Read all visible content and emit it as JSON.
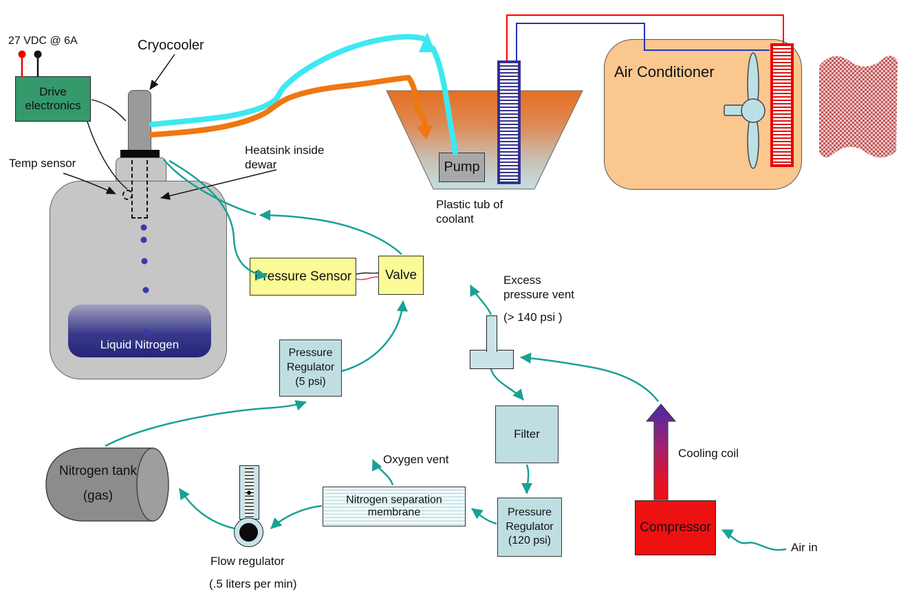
{
  "power": {
    "label": "27 VDC @ 6A"
  },
  "drive_electronics": {
    "label": "Drive\nelectronics"
  },
  "cryocooler": {
    "label": "Cryocooler"
  },
  "temp_sensor": {
    "label": "Temp sensor"
  },
  "heatsink": {
    "label": "Heatsink inside\ndewar"
  },
  "dewar": {
    "liquid_label": "Liquid Nitrogen"
  },
  "pump": {
    "label": "Pump"
  },
  "tub": {
    "label": "Plastic tub of\ncoolant"
  },
  "air_conditioner": {
    "label": "Air Conditioner"
  },
  "pressure_sensor": {
    "label": "Pressure Sensor"
  },
  "valve": {
    "label": "Valve"
  },
  "pressure_regulator_5": {
    "label": "Pressure\nRegulator\n(5 psi)"
  },
  "excess_vent": {
    "label": "Excess\npressure vent",
    "threshold": "(> 140 psi )"
  },
  "filter": {
    "label": "Filter"
  },
  "pressure_regulator_120": {
    "label": "Pressure\nRegulator\n(120 psi)"
  },
  "nitrogen_tank": {
    "label": "Nitrogen tank",
    "sublabel": "(gas)"
  },
  "flow_regulator": {
    "label": "Flow regulator",
    "rate": "(.5 liters per min)"
  },
  "membrane": {
    "label": "Nitrogen separation\nmembrane"
  },
  "oxygen_vent": {
    "label": "Oxygen vent"
  },
  "cooling_coil": {
    "label": "Cooling coil"
  },
  "compressor": {
    "label": "Compressor"
  },
  "air_in": {
    "label": "Air in"
  },
  "colors": {
    "teal_arrow": "#18A193",
    "cyan_tube": "#3DE8F2",
    "orange_tube": "#EE7711",
    "drive_electronics_green": "#35996B",
    "yellow_box": "#FAFA96",
    "light_blue_box": "#BFDEE2",
    "compressor_red": "#EE1111",
    "ac_peach": "#FAC78F",
    "dewar_gray": "#C6C6C6",
    "liquid_navy": "#24247A",
    "exchanger_navy": "#333090",
    "radiator_red": "#E80000",
    "wire_red": "#FF0000",
    "wire_blue": "#2233BB"
  }
}
